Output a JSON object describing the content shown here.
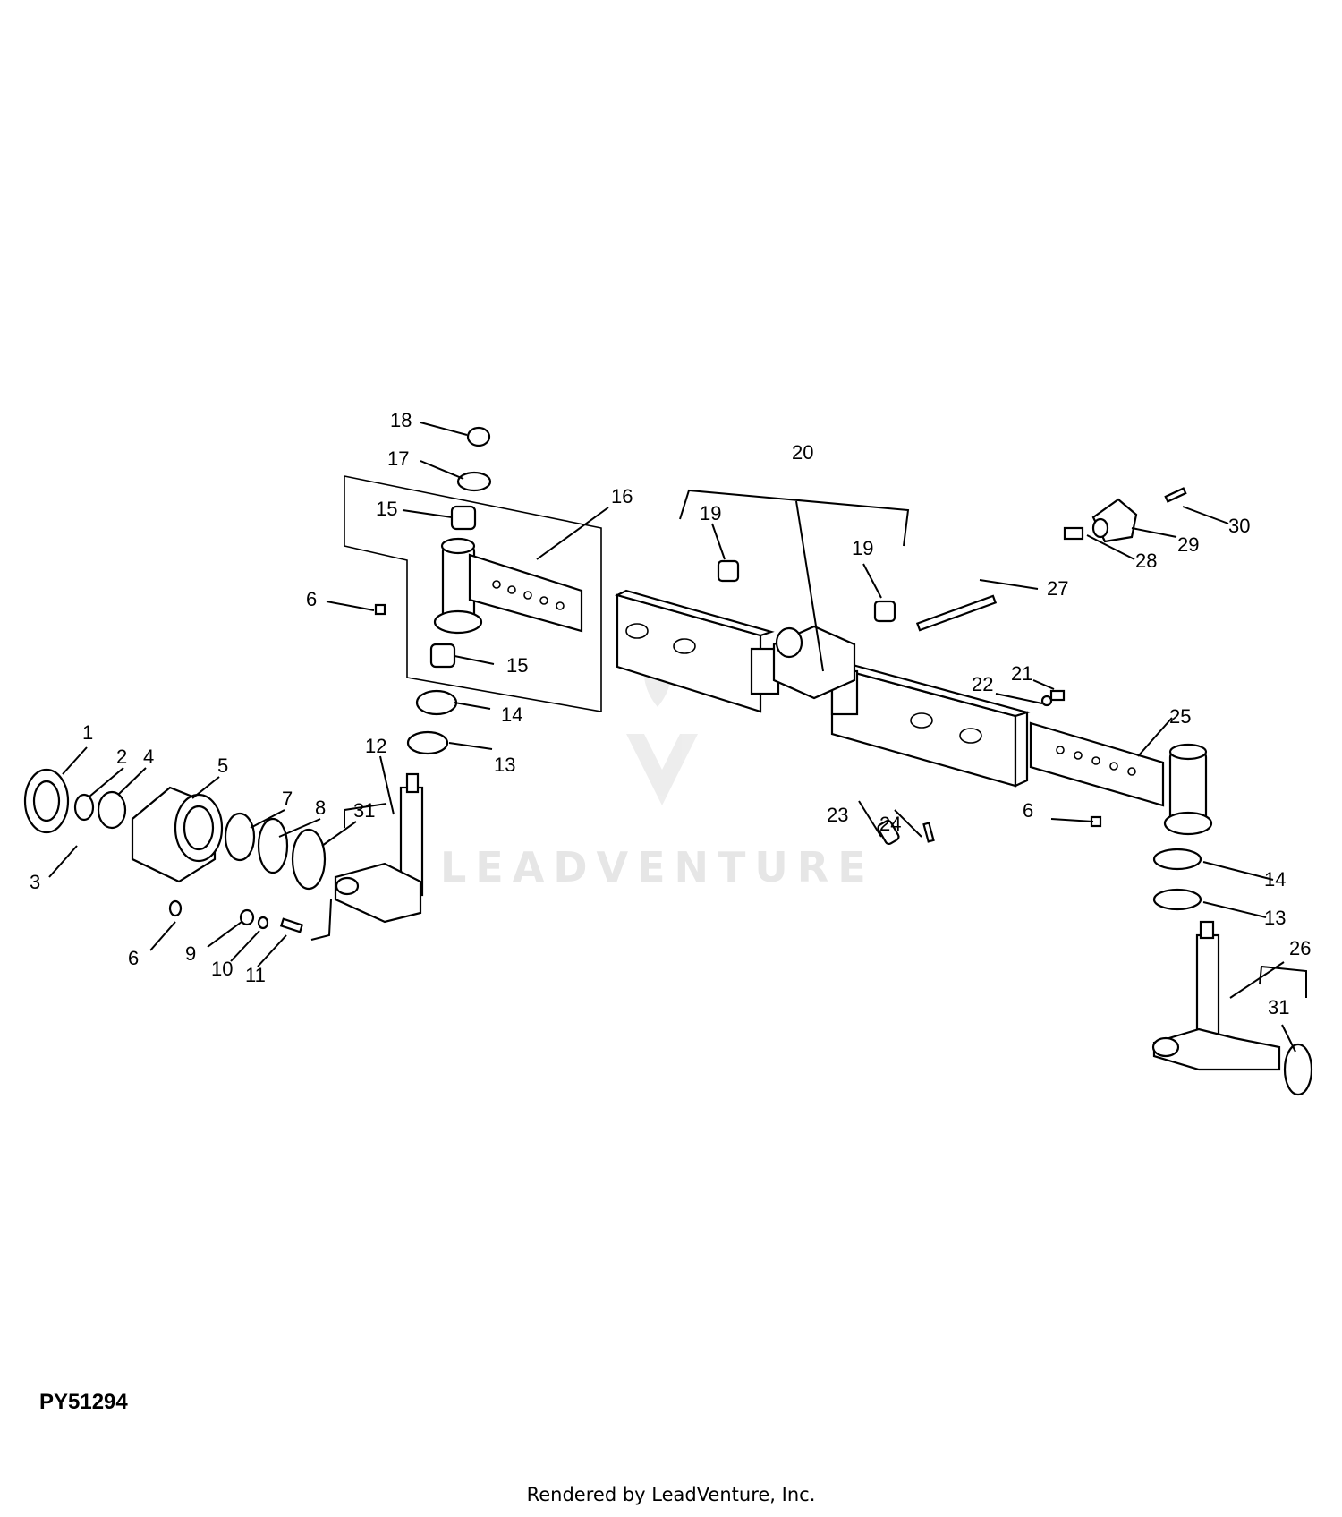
{
  "diagram": {
    "figure_id": "PY51294",
    "footer": "Rendered by LeadVenture, Inc.",
    "watermark": "LEADVENTURE",
    "callouts": {
      "c1": "1",
      "c2": "2",
      "c3": "3",
      "c4": "4",
      "c5": "5",
      "c6a": "6",
      "c6b": "6",
      "c6c": "6",
      "c7": "7",
      "c8": "8",
      "c9": "9",
      "c10": "10",
      "c11": "11",
      "c12": "12",
      "c13a": "13",
      "c13b": "13",
      "c14a": "14",
      "c14b": "14",
      "c15a": "15",
      "c15b": "15",
      "c16": "16",
      "c17": "17",
      "c18": "18",
      "c19a": "19",
      "c19b": "19",
      "c20": "20",
      "c21": "21",
      "c22": "22",
      "c23": "23",
      "c24": "24",
      "c25": "25",
      "c26": "26",
      "c27": "27",
      "c28": "28",
      "c29": "29",
      "c30": "30",
      "c31a": "31",
      "c31b": "31"
    }
  }
}
